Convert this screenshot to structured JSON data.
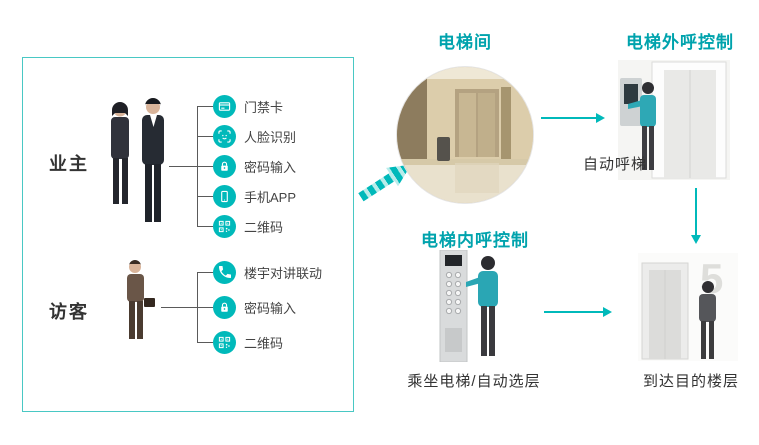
{
  "colors": {
    "accent": "#00b9ba",
    "title": "#00a3ad",
    "border": "#49c8c4",
    "line": "#5a5a5a",
    "text": "#333333"
  },
  "owner": {
    "label": "业主",
    "items": [
      {
        "icon": "access-card-icon",
        "label": "门禁卡"
      },
      {
        "icon": "face-recognition-icon",
        "label": "人脸识别"
      },
      {
        "icon": "password-lock-icon",
        "label": "密码输入"
      },
      {
        "icon": "mobile-app-icon",
        "label": "手机APP"
      },
      {
        "icon": "qr-code-icon",
        "label": "二维码"
      }
    ]
  },
  "visitor": {
    "label": "访客",
    "items": [
      {
        "icon": "intercom-icon",
        "label": "楼宇对讲联动"
      },
      {
        "icon": "password-lock-icon",
        "label": "密码输入"
      },
      {
        "icon": "qr-code-icon",
        "label": "二维码"
      }
    ]
  },
  "flow": {
    "elevator_room_title": "电梯间",
    "external_call_title": "电梯外呼控制",
    "external_call_caption": "自动呼梯",
    "internal_call_title": "电梯内呼控制",
    "internal_call_caption": "乘坐电梯/自动选层",
    "arrival_caption": "到达目的楼层",
    "arrival_floor_glyph": "5"
  }
}
